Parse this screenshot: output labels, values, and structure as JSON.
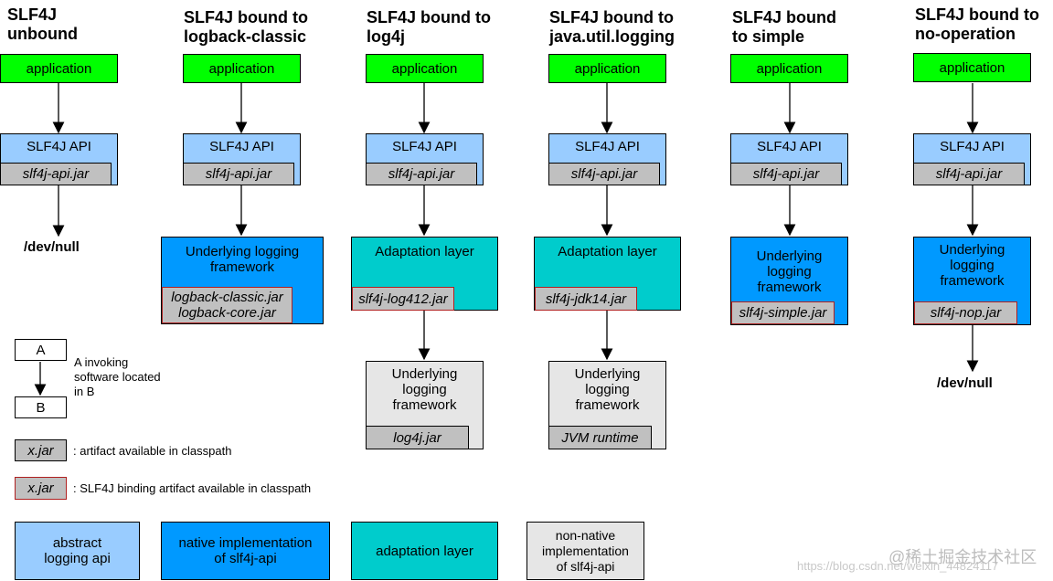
{
  "columns": [
    {
      "title": "SLF4J\nunbound",
      "app": "application",
      "api": "SLF4J API",
      "api_jar": "slf4j-api.jar",
      "end": "/dev/null"
    },
    {
      "title": "SLF4J bound to\nlogback-classic",
      "app": "application",
      "api": "SLF4J API",
      "api_jar": "slf4j-api.jar",
      "mid": "Underlying logging\nframework",
      "mid_jar": "logback-classic.jar\nlogback-core.jar"
    },
    {
      "title": "SLF4J bound to\nlog4j",
      "app": "application",
      "api": "SLF4J API",
      "api_jar": "slf4j-api.jar",
      "mid": "Adaptation layer",
      "mid_jar": "slf4j-log412.jar",
      "low": "Underlying\nlogging\nframework",
      "low_jar": "log4j.jar"
    },
    {
      "title": "SLF4J bound to\njava.util.logging",
      "app": "application",
      "api": "SLF4J API",
      "api_jar": "slf4j-api.jar",
      "mid": "Adaptation layer",
      "mid_jar": "slf4j-jdk14.jar",
      "low": "Underlying\nlogging\nframework",
      "low_jar": "JVM runtime"
    },
    {
      "title": "SLF4J bound\nto simple",
      "app": "application",
      "api": "SLF4J API",
      "api_jar": "slf4j-api.jar",
      "mid": "Underlying\nlogging\nframework",
      "mid_jar": "slf4j-simple.jar"
    },
    {
      "title": "SLF4J bound to\nno-operation",
      "app": "application",
      "api": "SLF4J API",
      "api_jar": "slf4j-api.jar",
      "mid": "Underlying\nlogging\nframework",
      "mid_jar": "slf4j-nop.jar",
      "end": "/dev/null"
    }
  ],
  "legend": {
    "a": "A",
    "b": "B",
    "invoke_text": "A invoking\nsoftware located\nin B",
    "jar_label": "x.jar",
    "jar_text": ": artifact available in classpath",
    "bind_label": "x.jar",
    "bind_text": ": SLF4J binding artifact available in classpath",
    "abstract": "abstract\nlogging api",
    "native": "native implementation\nof slf4j-api",
    "adaptation": "adaptation layer",
    "nonnative": "non-native\nimplementation\nof slf4j-api"
  },
  "watermark": {
    "url": "https://blog.csdn.net/weixin_44824117",
    "brand": "@稀土掘金技术社区"
  },
  "colors": {
    "application": "#00ff00",
    "abstract_api": "#99ccff",
    "native": "#0099ff",
    "adaptation": "#00cccc",
    "non_native": "#e6e6e6",
    "jar": "#c0c0c0",
    "binding_border": "#b02020"
  }
}
